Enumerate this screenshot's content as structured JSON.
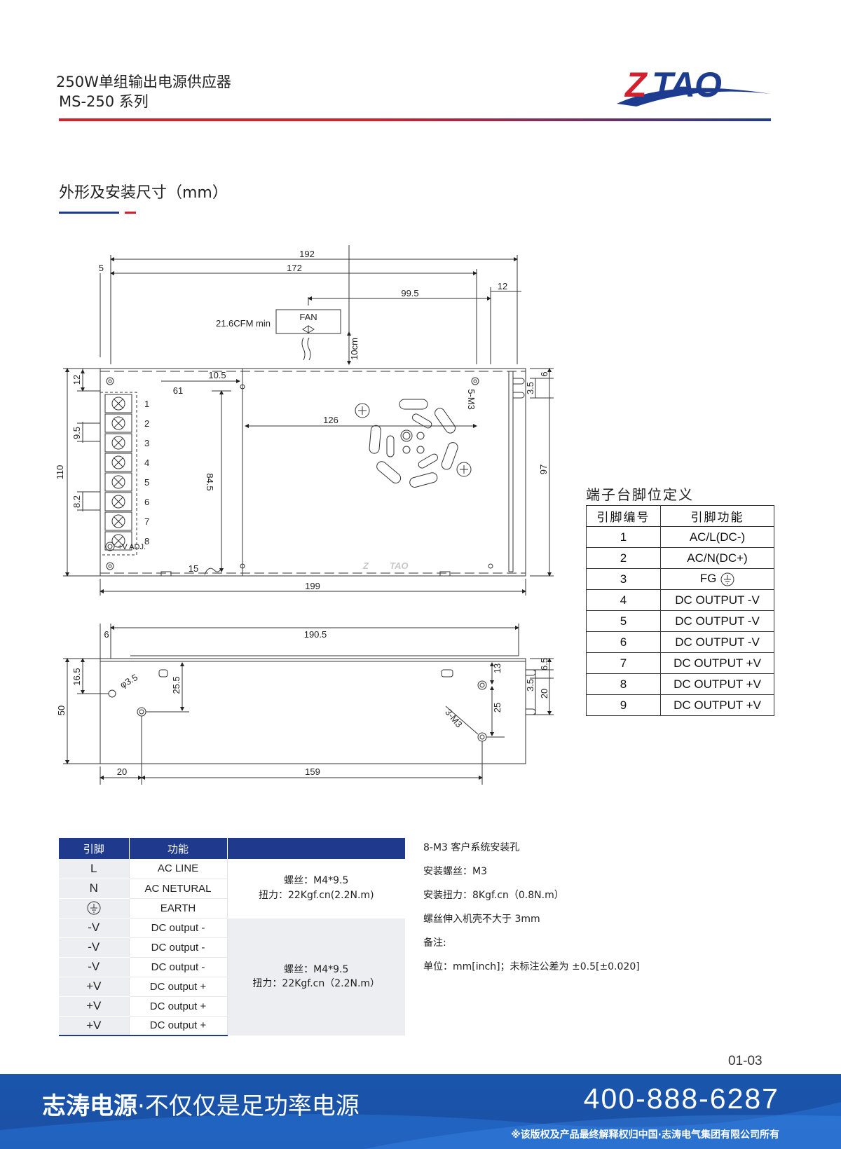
{
  "header": {
    "title_line1": "250W单组输出电源供应器",
    "title_line2": "MS-250 系列",
    "logo_text": "ZTAO"
  },
  "section": {
    "title": "外形及安装尺寸（mm）"
  },
  "drawing": {
    "dims_top": {
      "total": "192",
      "left_offset": "5",
      "inner": "172",
      "fan_offset": "99.5",
      "right": "12"
    },
    "fan": {
      "label": "FAN",
      "airflow": "21.6CFM min",
      "clearance": "10cm"
    },
    "dims_front": {
      "left_12": "12",
      "pitch": "9.5",
      "height": "110",
      "last": "8.2",
      "hole_x": "10.5",
      "hole_61": "61",
      "inner_126": "126",
      "v_84_5": "84.5",
      "bottom_15": "15",
      "screw": "5-M3",
      "right_6": "6",
      "right_3_5": "3.5",
      "right_97": "97",
      "width_199": "199"
    },
    "terminal_numbers": [
      "1",
      "2",
      "3",
      "4",
      "5",
      "6",
      "7",
      "8"
    ],
    "vadj_label": "+V ADJ.",
    "dims_side": {
      "left_6": "6",
      "length": "190.5",
      "h_16_5": "16.5",
      "phi": "φ3.5",
      "d_25_5": "25.5",
      "height_50": "50",
      "v_13": "13",
      "v_25": "25",
      "screw": "3-M3",
      "r_6_5": "6.5",
      "r_3_5": "3.5",
      "r_20": "20",
      "b_20": "20",
      "b_159": "159"
    }
  },
  "pin_table": {
    "caption": "端子台脚位定义",
    "headers": [
      "引脚编号",
      "引脚功能"
    ],
    "rows": [
      {
        "no": "1",
        "func": "AC/L(DC-)"
      },
      {
        "no": "2",
        "func": "AC/N(DC+)"
      },
      {
        "no": "3",
        "func": "FG"
      },
      {
        "no": "4",
        "func": "DC OUTPUT -V"
      },
      {
        "no": "5",
        "func": "DC OUTPUT -V"
      },
      {
        "no": "6",
        "func": "DC OUTPUT -V"
      },
      {
        "no": "7",
        "func": "DC OUTPUT +V"
      },
      {
        "no": "8",
        "func": "DC OUTPUT +V"
      },
      {
        "no": "9",
        "func": "DC OUTPUT +V"
      }
    ]
  },
  "spec_table": {
    "headers": [
      "引脚",
      "功能"
    ],
    "rows": [
      {
        "pin": "L",
        "func": "AC LINE"
      },
      {
        "pin": "N",
        "func": "AC NETURAL"
      },
      {
        "pin": "",
        "func": "EARTH"
      },
      {
        "pin": "-V",
        "func": "DC output -"
      },
      {
        "pin": "-V",
        "func": "DC output -"
      },
      {
        "pin": "-V",
        "func": "DC output -"
      },
      {
        "pin": "+V",
        "func": "DC output +"
      },
      {
        "pin": "+V",
        "func": "DC output +"
      },
      {
        "pin": "+V",
        "func": "DC output +"
      }
    ],
    "group1_note": {
      "line1": "螺丝：M4*9.5",
      "line2": "扭力：22Kgf.cn(2.2N.m)"
    },
    "group2_note": {
      "line1": "螺丝：M4*9.5",
      "line2": "扭力：22Kgf.cn（2.2N.m）"
    }
  },
  "notes": [
    "8-M3 客户系统安装孔",
    "安装螺丝：M3",
    "安装扭力：8Kgf.cn（0.8N.m）",
    "螺丝伸入机壳不大于 3mm",
    "备注:",
    "单位：mm[inch]；未标注公差为 ±0.5[±0.020]"
  ],
  "page_number": "01-03",
  "footer": {
    "slogan_bold": "志涛电源",
    "slogan_rest": "·不仅仅是足功率电源",
    "phone": "400-888-6287",
    "copyright": "※该版权及产品最终解释权归中国·志涛电气集团有限公司所有"
  },
  "colors": {
    "brand_red": "#d2202f",
    "brand_blue": "#1d3b8f",
    "footer_blue": "#1a56ad"
  }
}
